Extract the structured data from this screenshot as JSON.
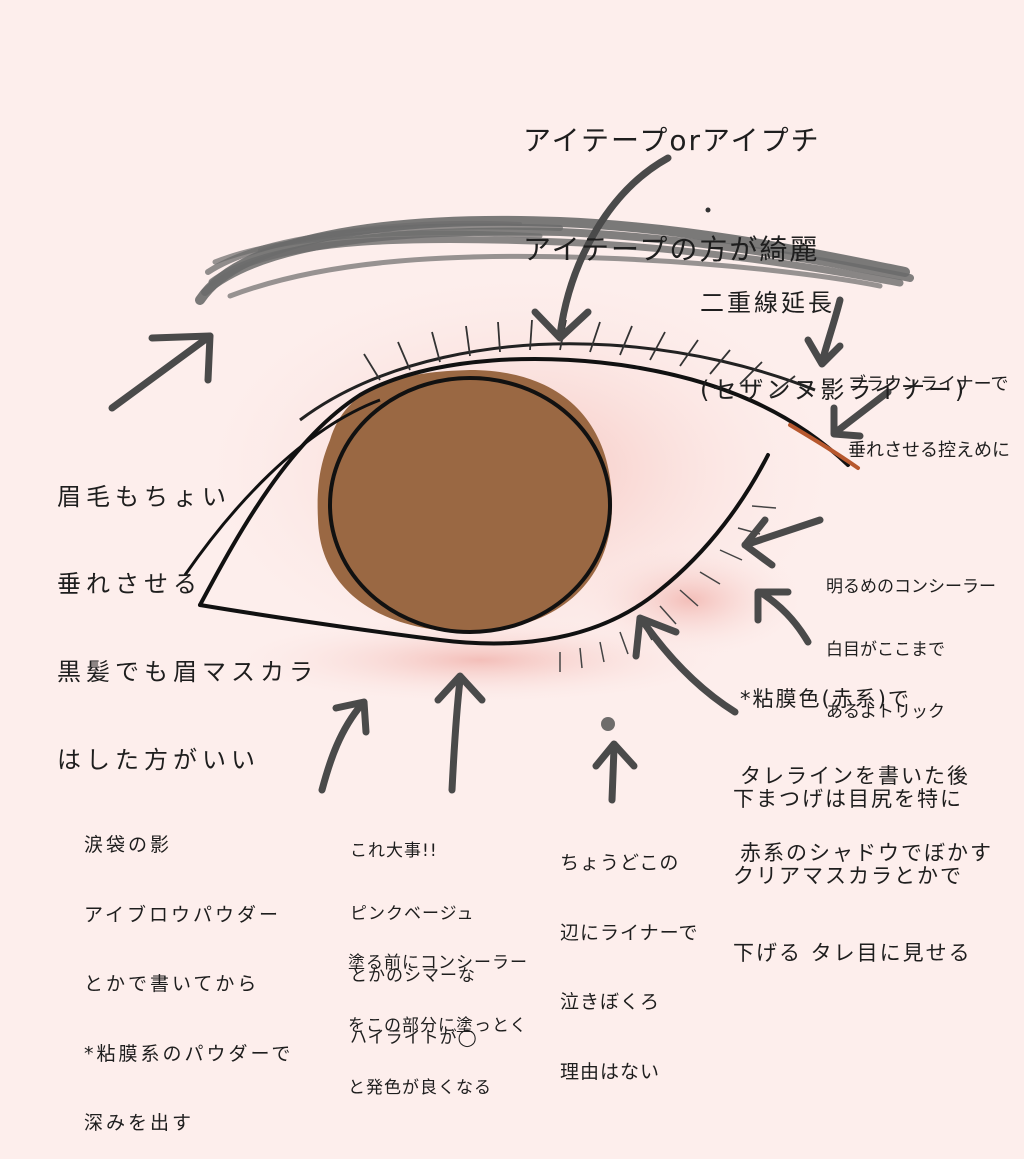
{
  "notes": {
    "eyetape": {
      "line1": "アイテープorアイプチ",
      "line2": "アイテープの方が綺麗"
    },
    "double_line": {
      "line1": "二重線延長",
      "line2": "(セザンヌ影ライナー)"
    },
    "brown_liner": {
      "line1": "ブラウンライナーで",
      "line2": "垂れさせる控えめに"
    },
    "eyebrow": {
      "line1": "眉毛もちょい",
      "line2": "垂れさせる",
      "line3": "黒髪でも眉マスカラ",
      "line4": "はした方がいい"
    },
    "concealer_white": {
      "line1": "明るめのコンシーラー",
      "line2": "白目がここまで",
      "line3": "あるよトリック"
    },
    "mucosa": {
      "line1": "*粘膜色(赤系)で",
      "line2": "タレラインを書いた後",
      "line3": "赤系のシャドウでぼかす"
    },
    "lower_lashes": {
      "line1": "下まつげは目尻を特に",
      "line2": "クリアマスカラとかで",
      "line3": "下げる タレ目に見せる"
    },
    "tear_bag_shadow": {
      "line1": "涙袋の影",
      "line2": "アイブロウパウダー",
      "line3": "とかで書いてから",
      "line4": "*粘膜系のパウダーで",
      "line5": "深みを出す"
    },
    "highlight": {
      "line1": "これ大事!!",
      "line2": "ピンクベージュ",
      "line3": "とかのシマーな",
      "line4": "ハイライトが◯"
    },
    "concealer_before": {
      "line1": "塗る前にコンシーラー",
      "line2": "をこの部分に塗っとく",
      "line3": "と発色が良くなる"
    },
    "mole": {
      "line1": "ちょうどこの",
      "line2": "辺にライナーで",
      "line3": "泣きぼくろ",
      "line4": "理由はない"
    }
  },
  "colors": {
    "background": "#fdeeec",
    "iris": "#9a6843",
    "eyebrow": "#6b6b6b",
    "ink": "#222222",
    "liner_brown": "#b7582e",
    "blush": "#f6c9c4"
  }
}
